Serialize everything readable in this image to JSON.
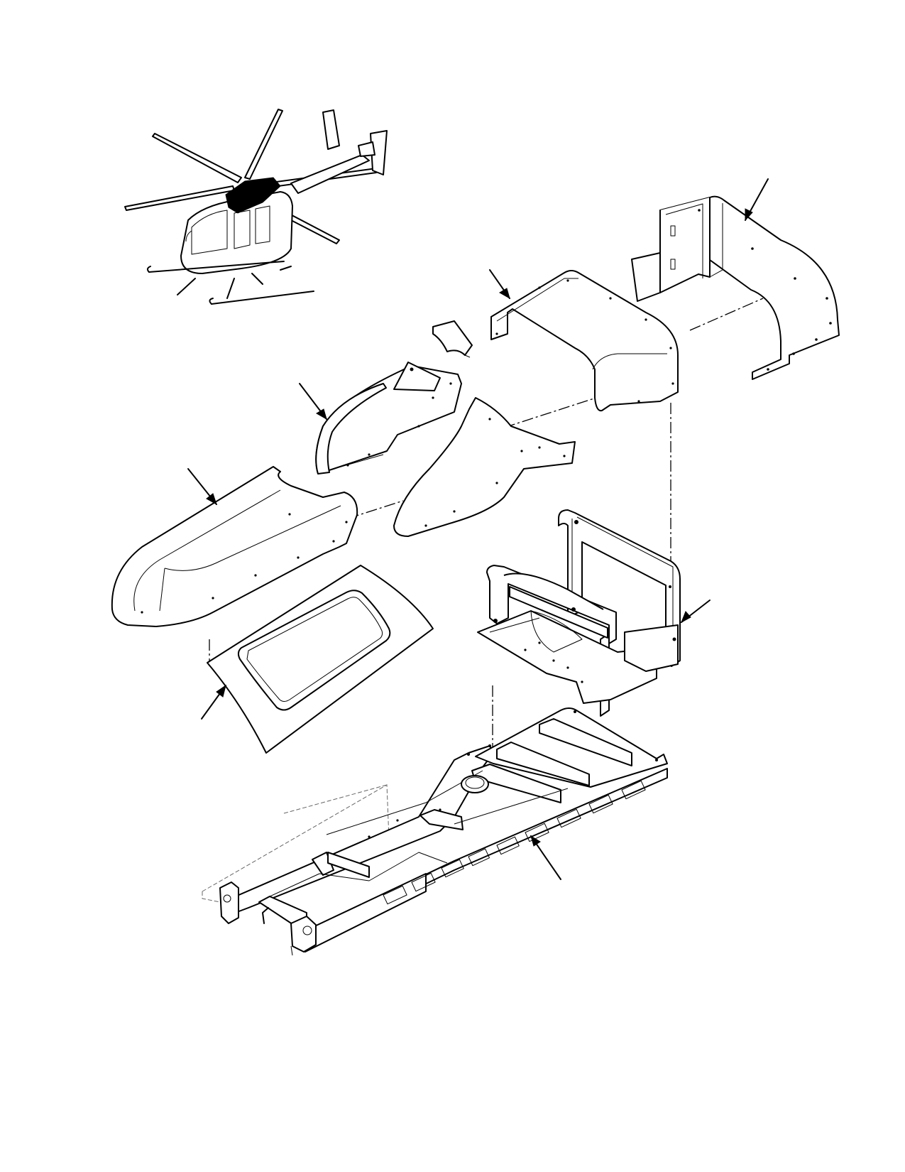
{
  "figure": {
    "colors": {
      "ink": "#000000",
      "paper": "#ffffff"
    },
    "callouts": [
      {
        "id": "rear-fairing"
      },
      {
        "id": "mid-fairing"
      },
      {
        "id": "aft-doghouse"
      },
      {
        "id": "forward-fairing"
      },
      {
        "id": "access-panel"
      },
      {
        "id": "support-frame"
      },
      {
        "id": "floor-structure"
      }
    ],
    "locator_icon": "helicopter-locator-icon"
  }
}
